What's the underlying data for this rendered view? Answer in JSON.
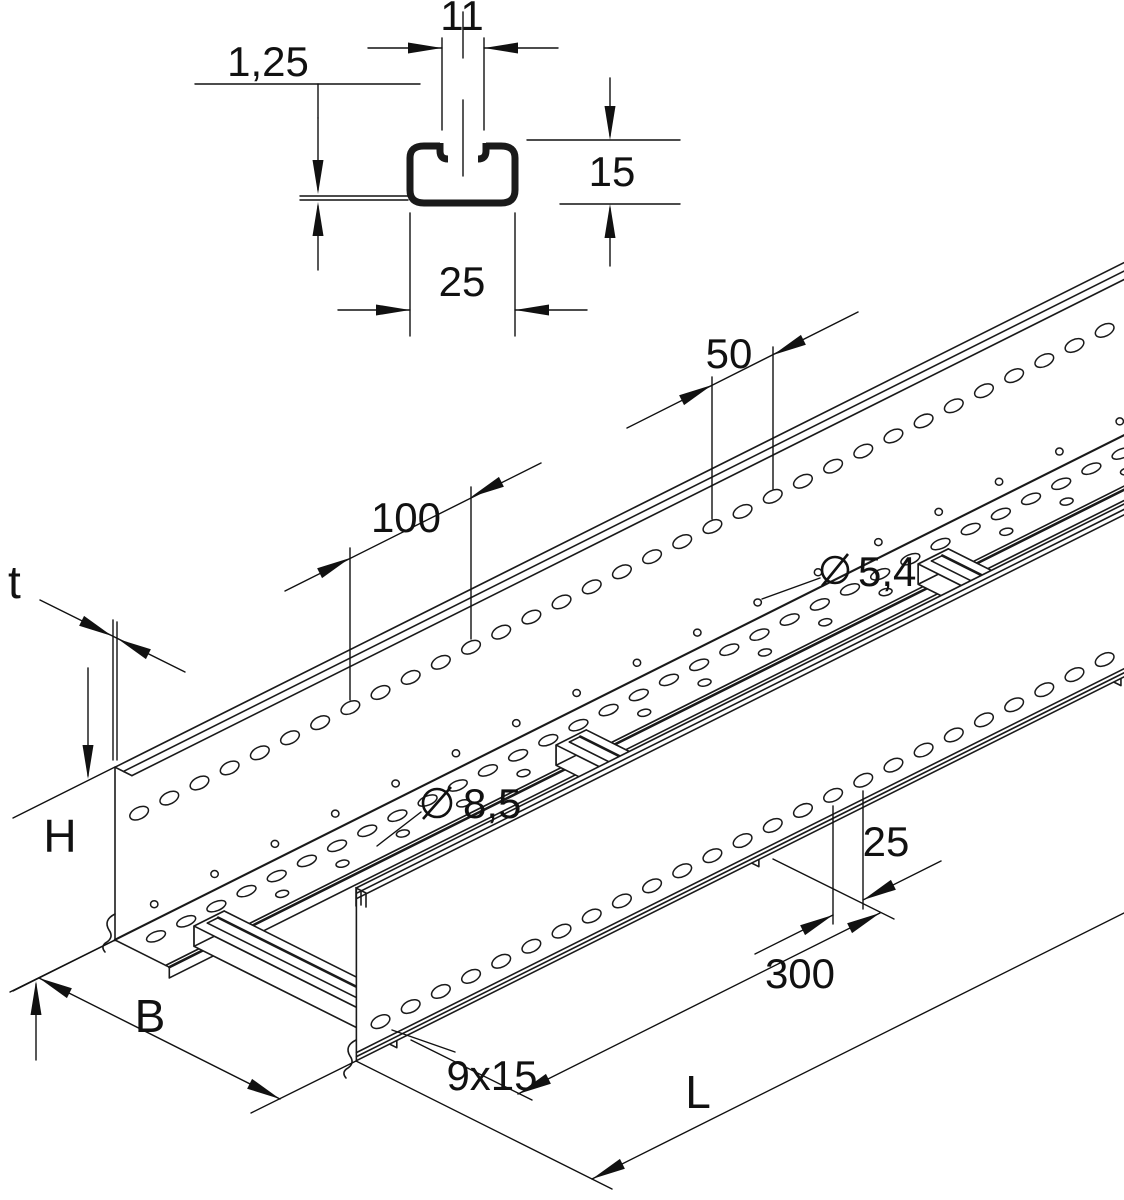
{
  "title": "Cable ladder dimensional drawing",
  "colors": {
    "ink": "#1a1a1a",
    "background": "#ffffff"
  },
  "cross_section_detail": {
    "description": "C-profile rung section",
    "opening_width": "11",
    "wall_thickness": "1,25",
    "height": "15",
    "width": "25"
  },
  "iso_view": {
    "description": "perforated side rails with C-profile rungs",
    "slot_pitch_50": "50",
    "slot_pitch_100": "100",
    "web_hole": {
      "symbol": "⌀",
      "value": "5,4"
    },
    "flange_hole": {
      "symbol": "⌀",
      "value": "8,5"
    },
    "lower_slot_pitch": "25",
    "rung_spacing": "300",
    "slot_size": "9x15",
    "height_label": "H",
    "width_label": "B",
    "thickness_label": "t",
    "length_label": "L"
  }
}
